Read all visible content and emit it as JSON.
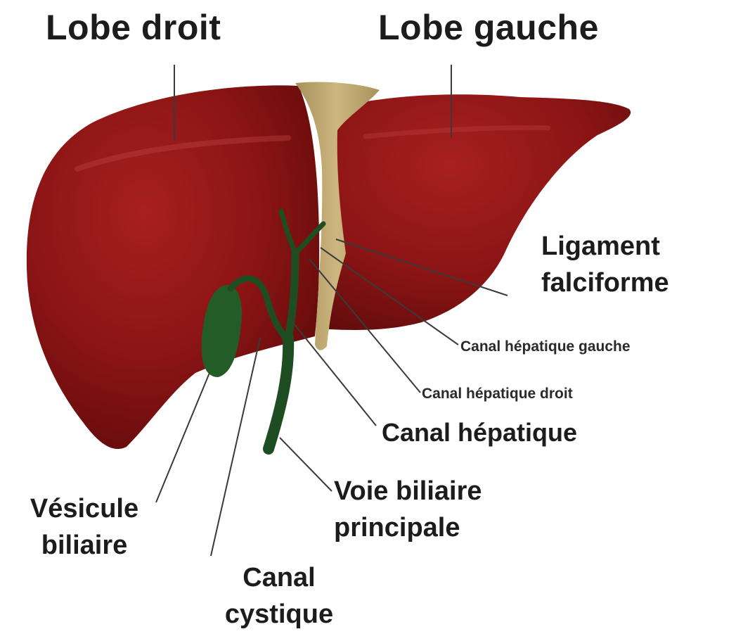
{
  "labels": {
    "lobe_droit": "Lobe droit",
    "lobe_gauche": "Lobe gauche",
    "ligament_falciforme": [
      "Ligament",
      "falciforme"
    ],
    "canal_hepatique_gauche": "Canal hépatique gauche",
    "canal_hepatique_droit": "Canal hépatique droit",
    "canal_hepatique": "Canal hépatique",
    "voie_biliaire_principale": [
      "Voie biliaire",
      "principale"
    ],
    "vesicule_biliaire": [
      "Vésicule",
      "biliaire"
    ],
    "canal_cystique": [
      "Canal",
      "cystique"
    ]
  },
  "colors": {
    "liver": "#8a1414",
    "liver_highlight": "#a82020",
    "liver_shadow": "#5e0a0a",
    "ligament": "#c2ab72",
    "bile_duct": "#1f4d22",
    "gallbladder": "#245c28",
    "leader_line": "#3a3a3a"
  }
}
